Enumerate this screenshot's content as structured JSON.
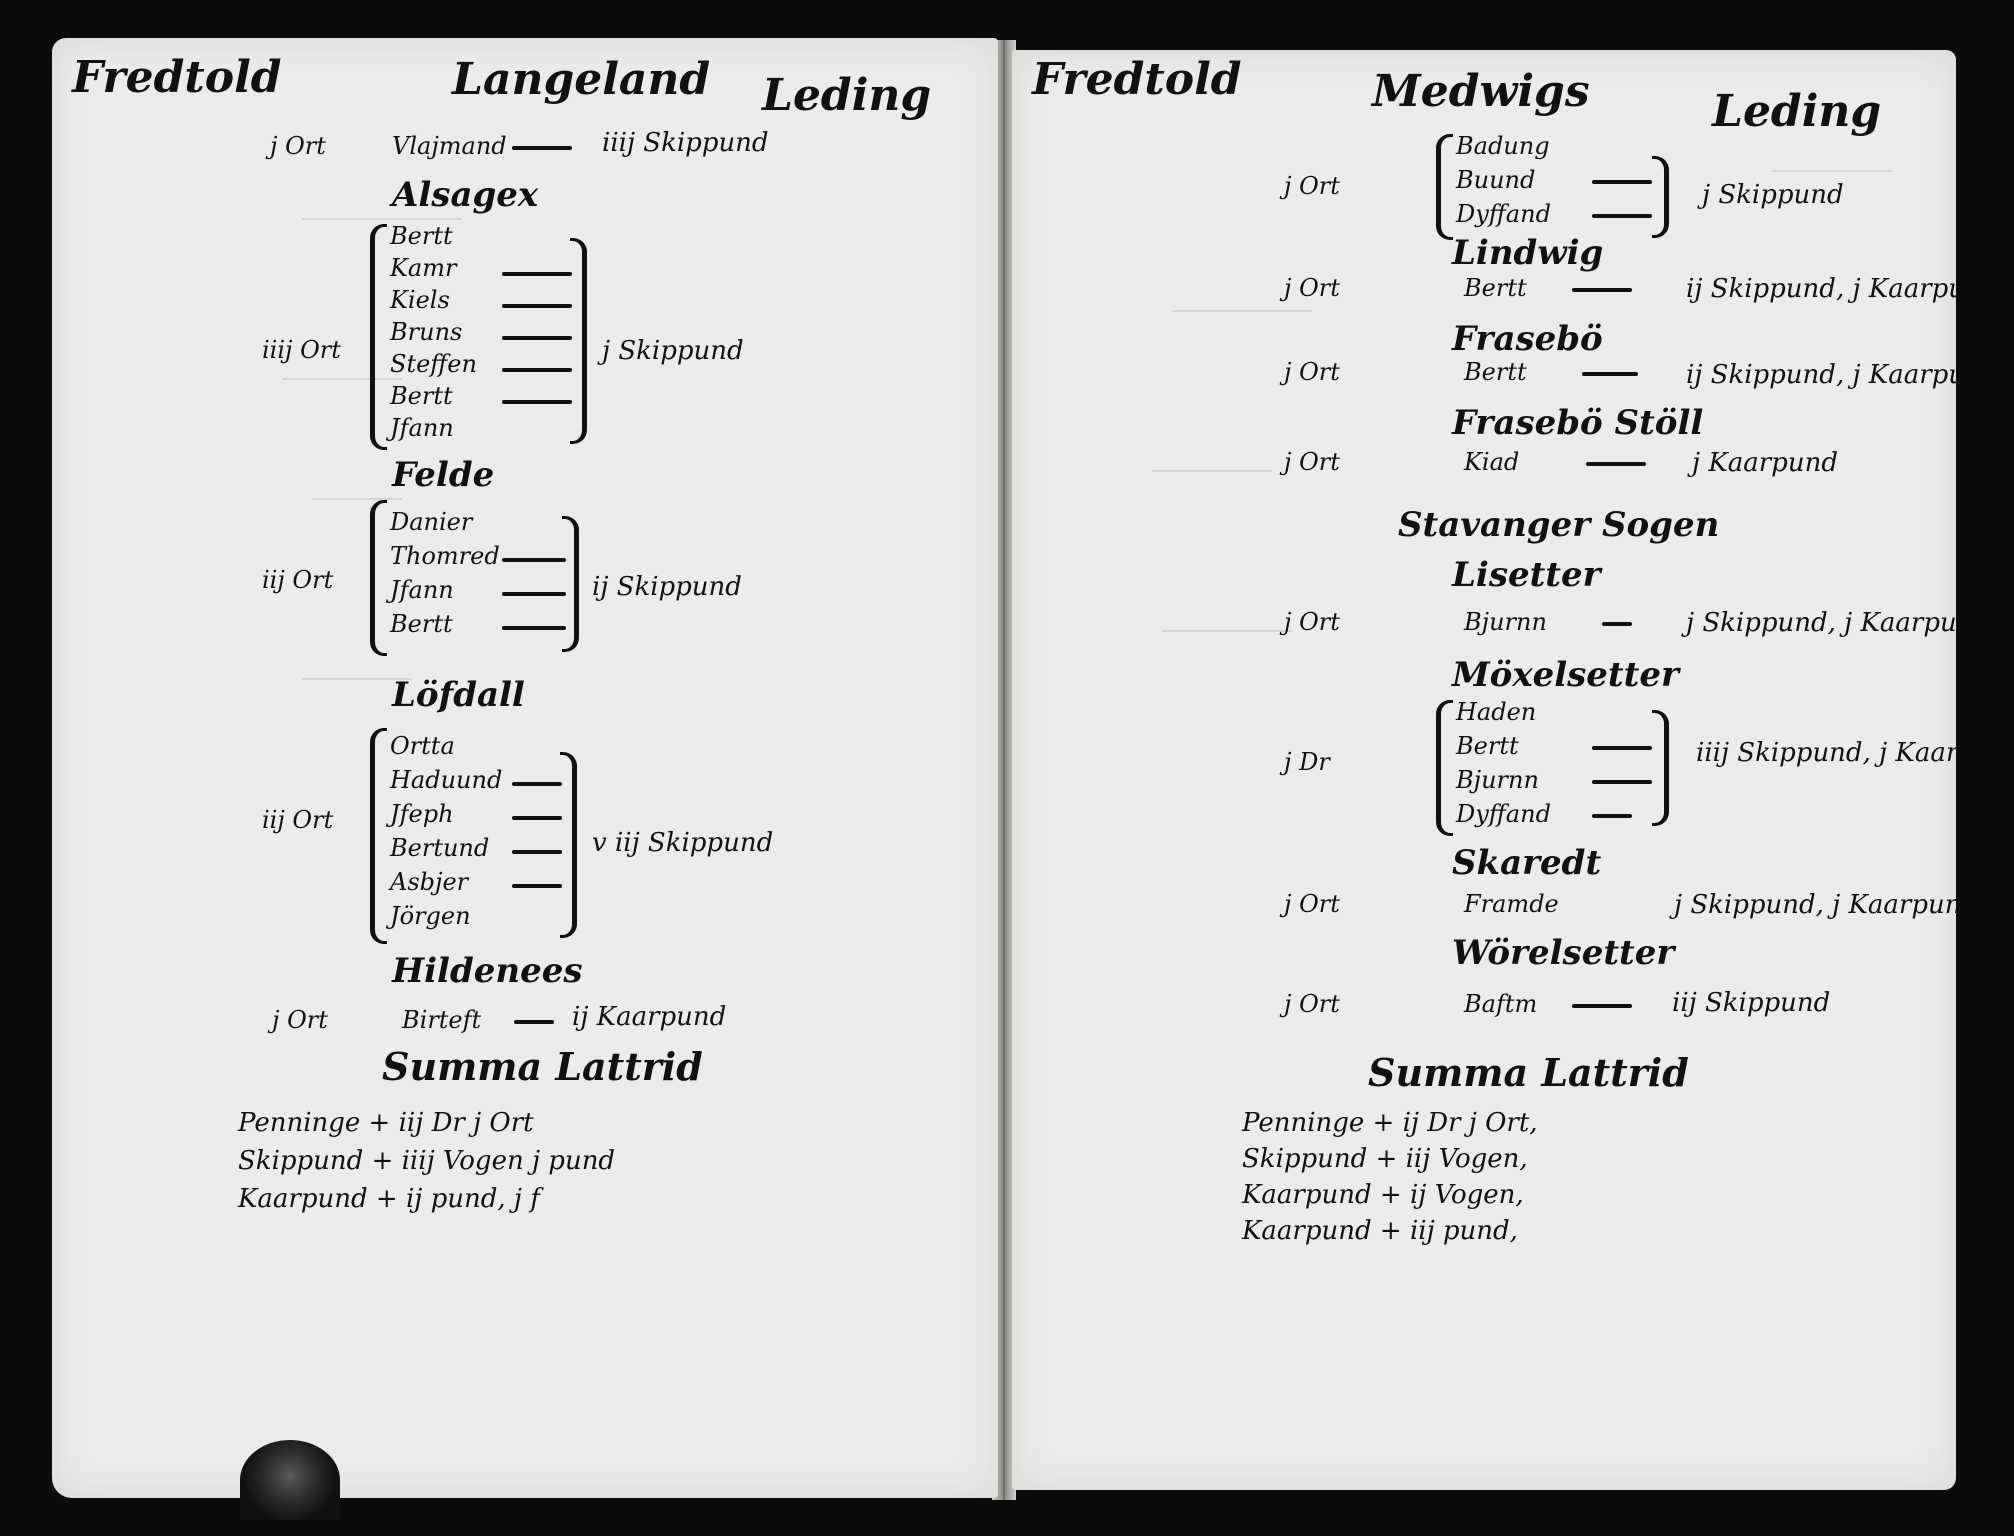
{
  "left": {
    "head": "Fredtold",
    "title": "Langeland",
    "title_right": "Leding",
    "groups": [
      {
        "rate": "j Ort",
        "entries": [
          "Vlajmand"
        ],
        "amount": "iiij Skippund"
      },
      {
        "place": "Alsagex",
        "rate": "iiij Ort",
        "entries": [
          "Bertt",
          "Kamr",
          "Kiels",
          "Bruns",
          "Steffen",
          "Bertt",
          "Jfann"
        ],
        "amount": "j Skippund"
      },
      {
        "place": "Felde",
        "rate": "iij Ort",
        "entries": [
          "Danier",
          "Thomred",
          "Jfann",
          "Bertt"
        ],
        "amount": "ij Skippund"
      },
      {
        "place": "Löfdall",
        "rate": "iij Ort",
        "entries": [
          "Ortta",
          "Haduund",
          "Jfeph",
          "Bertund",
          "Asbjer",
          "Jörgen"
        ],
        "amount": "v iij Skippund"
      },
      {
        "place": "Hildenees",
        "rate": "j Ort",
        "entries": [
          "Birteft"
        ],
        "amount": "ij Kaarpund"
      }
    ],
    "total_title": "Summa Lattrid",
    "totals": [
      "Penninge + iij Dr j Ort",
      "Skippund + iiij Vogen j pund",
      "Kaarpund + ij pund, j f"
    ]
  },
  "right": {
    "head": "Fredtold",
    "title": "Medwigs",
    "title_right": "Leding",
    "groups": [
      {
        "rate": "j Ort",
        "entries": [
          "Badung",
          "Buund",
          "Dyffand"
        ],
        "amount": "j Skippund"
      },
      {
        "place": "Lindwig",
        "rate": "j Ort",
        "entries": [
          "Bertt"
        ],
        "amount": "ij Skippund, j Kaarpund"
      },
      {
        "place": "Frasebö",
        "rate": "j Ort",
        "entries": [
          "Bertt"
        ],
        "amount": "ij Skippund, j Kaarpund"
      },
      {
        "place": "Frasebö Stöll",
        "rate": "j Ort",
        "entries": [
          "Kiad"
        ],
        "amount": "j Kaarpund"
      },
      {
        "place": "Stavanger Sogen",
        "entries": []
      },
      {
        "place": "Lisetter",
        "rate": "j Ort",
        "entries": [
          "Bjurnn"
        ],
        "amount": "j Skippund, j Kaarpund"
      },
      {
        "place": "Möxelsetter",
        "rate": "j Dr",
        "entries": [
          "Haden",
          "Bertt",
          "Bjurnn",
          "Dyffand"
        ],
        "amount": "iiij Skippund, j Kaarpund"
      },
      {
        "place": "Skaredt",
        "rate": "j Ort",
        "entries": [
          "Framde"
        ],
        "amount": "j Skippund, j Kaarpund, j Kaarpund"
      },
      {
        "place": "Wörelsetter",
        "rate": "j Ort",
        "entries": [
          "Baftm"
        ],
        "amount": "iij Skippund"
      }
    ],
    "total_title": "Summa Lattrid",
    "totals": [
      "Penninge + ij Dr j Ort,",
      "Skippund + iij Vogen,",
      "Kaarpund + ij Vogen,",
      "Kaarpund + iij pund,"
    ]
  }
}
